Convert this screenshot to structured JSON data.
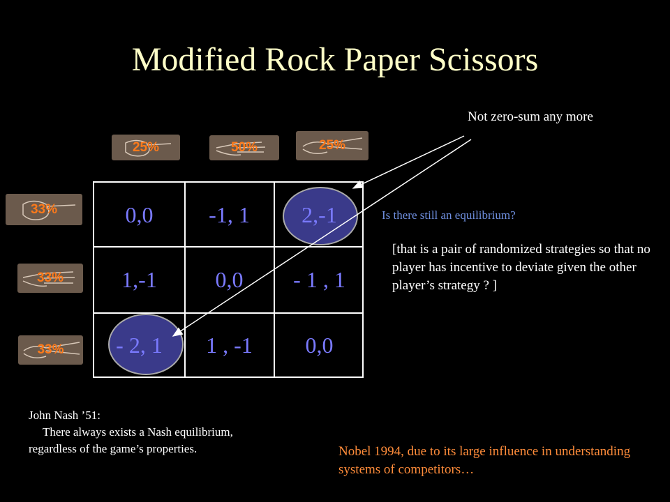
{
  "title": "Modified Rock Paper Scissors",
  "column_probs": [
    "25%",
    "50%",
    "25%"
  ],
  "row_probs": [
    "33%",
    "33%",
    "33%"
  ],
  "matrix": [
    [
      "0,0",
      "-1, 1",
      "2,-1"
    ],
    [
      "1,-1",
      "0,0",
      "- 1 , 1"
    ],
    [
      "- 2, 1",
      "1 , -1",
      "0,0"
    ]
  ],
  "note_zero_sum": "Not zero-sum any more",
  "question": "Is there still an equilibrium?",
  "bracket_text": "[that is a pair of randomized strategies so that no player has incentive to deviate given the other player’s strategy ? ]",
  "nash": {
    "line1": "John Nash ’51:",
    "line2": "There always exists a Nash equilibrium,",
    "line3": "regardless of the game’s properties."
  },
  "nobel": "Nobel 1994, due to its large influence in understanding systems of competitors…",
  "colors": {
    "title": "#ffffc8",
    "cell_text": "#7a7aff",
    "prob_text": "#ff7a1a",
    "question": "#6f8fdf",
    "nobel": "#ff8c3a"
  }
}
